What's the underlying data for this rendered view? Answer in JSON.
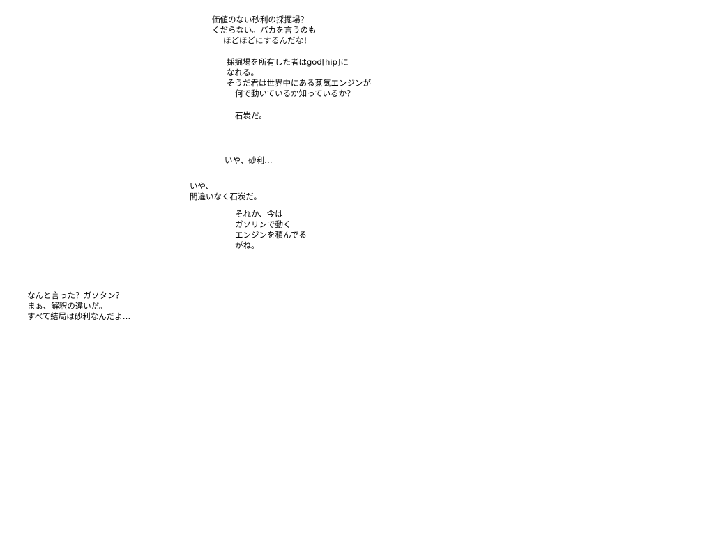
{
  "background_color": "#ffffff",
  "text_color": "#000000",
  "dialogue": [
    {
      "lines": [
        "価値のない砂利の採掘場？",
        "くだらない。バカを言うのも",
        "ほどほどにするんだな！"
      ]
    },
    {
      "lines": [
        "採掘場を所有した者はgod[hip]に",
        "なれる。",
        "そうだ君は世界中にある蒸気エンジンが",
        "何で動いているか知っているか？"
      ]
    },
    {
      "lines": [
        "石炭だ。"
      ]
    },
    {
      "lines": [
        "いや、砂利…"
      ]
    },
    {
      "lines": [
        "いや、",
        "間違いなく石炭だ。"
      ]
    },
    {
      "lines": [
        "それか、今は",
        "ガソリンで動く",
        "エンジンを積んでる",
        "がね。"
      ]
    },
    {
      "lines": [
        "なんと言った？ガソタン？",
        "まぁ、解釈の違いだ。",
        "すべて結局は砂利なんだよ…"
      ]
    }
  ]
}
